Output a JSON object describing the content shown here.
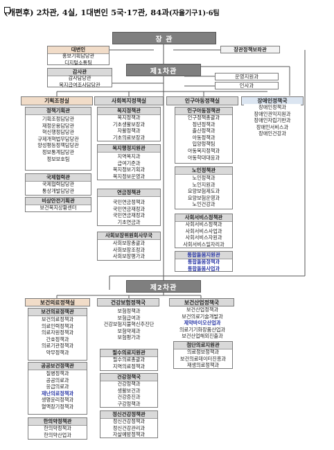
{
  "title": {
    "main": "(개편후) 2차관, 4실, 1대변인 5국·17관, 84과",
    "tail": "(자율기구1)·6팀"
  },
  "minister": "장 관",
  "vice1": "제1차관",
  "vice2": "제2차관",
  "minister_side_right": "장관정책보좌관",
  "minister_side_left": {
    "head": "대변인",
    "items": [
      "홍보기획담당관",
      "디지털소통팀"
    ]
  },
  "audit": {
    "head": "감사관",
    "items": [
      "감사담당관",
      "복지급여조사담당관"
    ]
  },
  "vice1_side": [
    "운영지원과",
    "인사과"
  ],
  "offices": [
    {
      "name": "기획조정실",
      "color": "tan",
      "sections": [
        {
          "head": "정책기획관",
          "items": [
            "기획조정담당관",
            "재정운용담당관",
            "혁신행정담당관",
            "규제개혁법무담당관",
            "양성평등정책담당관",
            "정보통계담당관",
            "정보보호팀"
          ]
        },
        {
          "head": "국제협력관",
          "items": [
            "국제협력담당관",
            "통상개발담당관"
          ]
        },
        {
          "head": "비상안전기획관",
          "items": [
            "보건복지상황센터"
          ]
        }
      ]
    },
    {
      "name": "사회복지정책실",
      "color": "grey",
      "sections": [
        {
          "head": "복지정책관",
          "items": [
            "복지정책과",
            "기초생활보장과",
            "자활정책과",
            "기초의료보장과"
          ]
        },
        {
          "head": "복지행정지원관",
          "items": [
            "지역복지과",
            "급여기준과",
            "복지정보기획과",
            "복지정보운영과"
          ]
        },
        {
          "head": "연금정책관",
          "items": [
            "국민연금정책과",
            "국민연금재정과",
            "국민연금재정과",
            "기초연금과"
          ]
        },
        {
          "head": "사회보장위원회사무국",
          "items": [
            "사회보장총괄과",
            "사회보장조정과",
            "사회보장평가과"
          ]
        }
      ]
    },
    {
      "name": "인구아동정책실",
      "color": "grey",
      "sections": [
        {
          "head": "인구아동정책관",
          "items": [
            "인구정책총괄과",
            "정년정책과",
            "출산정책과",
            "아동정책과",
            "입양정책팀",
            "아동복지정책과",
            "아동학대대응과"
          ]
        },
        {
          "head": "노인정책관",
          "items": [
            "노인정책과",
            "노인지원과",
            "요양보험제도과",
            "요양보험운영과",
            "노인건강과"
          ]
        },
        {
          "head": "사회서비스정책관",
          "items": [
            "사회서비스정책과",
            "사회서비스사업과",
            "사회서비스자원과",
            "사회서비스일자리과"
          ]
        },
        {
          "head": "통합돌봄지원관",
          "new": true,
          "items": [
            "통합돌봄정책과",
            "통합돌봄사업과"
          ],
          "new_items": true
        }
      ]
    },
    {
      "name": "장애인정책국",
      "color": "blue",
      "sections": [
        {
          "head": "",
          "items": [
            "장애인정책과",
            "장애인권익지원과",
            "장애인자립기반과",
            "장애인서비스과",
            "장애인건강과"
          ]
        }
      ]
    }
  ],
  "offices2": [
    {
      "name": "보건의료정책실",
      "color": "tan",
      "sections": [
        {
          "head": "보건의료정책관",
          "items": [
            "보건의료정책과",
            "의료인력정책과",
            "의료자원정책과",
            "간호정책과",
            "의료기관정책과",
            "약무정책과"
          ]
        },
        {
          "head": "공공보건정책관",
          "items": [
            "질병정책과",
            "공공의료과",
            "응급의료과",
            "재난의료정책과",
            "생명윤리정책과",
            "혈액장기정책과"
          ],
          "new_index": 3
        },
        {
          "head": "한의약정책관",
          "items": [
            "한의약정책과",
            "한의약산업과"
          ]
        }
      ]
    },
    {
      "name": "건강보험정책국",
      "color": "grey",
      "sections": [
        {
          "head": "",
          "items": [
            "보험정책과",
            "보험급여과",
            "건강보험지불혁신추진단",
            "보험약제과",
            "보험평가과"
          ]
        },
        {
          "head": "필수의료지원관",
          "items": [
            "필수의료총괄과",
            "지역의료정책과"
          ]
        },
        {
          "head": "건강정책국",
          "items": [
            "건강정책과",
            "생활보건과",
            "건강증진과",
            "구강정책과"
          ]
        },
        {
          "head": "정신건강정책관",
          "items": [
            "정신건강정책과",
            "정신건강관리과",
            "자살예방정책과"
          ]
        }
      ]
    },
    {
      "name": "보건산업정책국",
      "color": "grey",
      "sections": [
        {
          "head": "",
          "items": [
            "보건산업정책과",
            "보건의료기술개발과",
            "제약바이오산업과",
            "의료기기화장품산업과",
            "보건산업해외진출과"
          ],
          "new_index": 2
        },
        {
          "head": "첨단의료지원관",
          "items": [
            "의료정보정책과",
            "보건의료데이터진흥과",
            "재생의료정책과"
          ]
        }
      ]
    }
  ]
}
